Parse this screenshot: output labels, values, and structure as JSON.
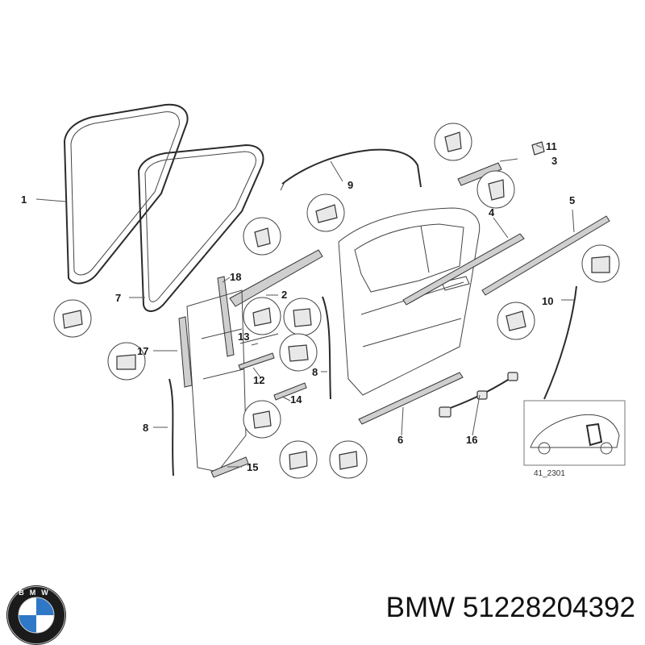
{
  "diagram": {
    "callouts": {
      "c1": "1",
      "c2": "2",
      "c3": "3",
      "c4": "4",
      "c5": "5",
      "c6": "6",
      "c7": "7",
      "c8a": "8",
      "c8b": "8",
      "c9": "9",
      "c10": "10",
      "c11": "11",
      "c12": "12",
      "c13": "13",
      "c14": "14",
      "c15": "15",
      "c16": "16",
      "c17": "17",
      "c18": "18"
    },
    "inset_ref": "41_2301"
  },
  "brand": {
    "logo_letters": "BMW",
    "logo_colors": {
      "ring": "#1b1b1b",
      "blue": "#2f78c7",
      "white": "#ffffff"
    }
  },
  "footer": {
    "part_title": "BMW 51228204392"
  }
}
